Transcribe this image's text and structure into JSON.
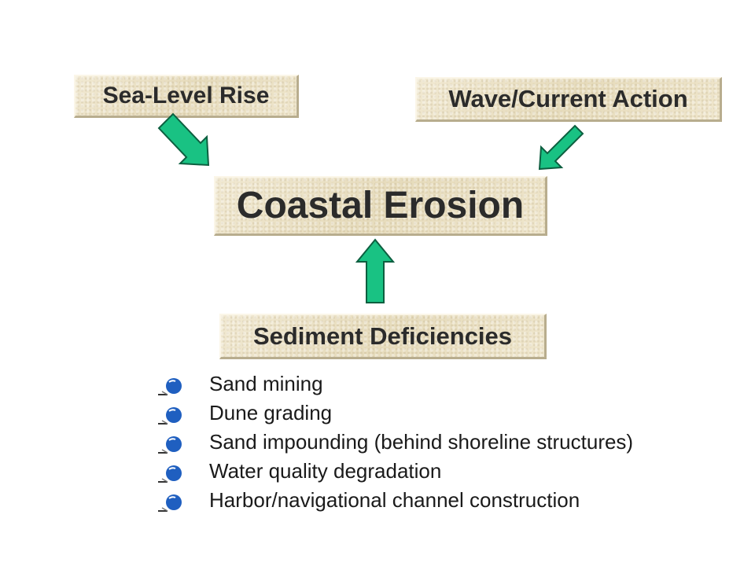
{
  "nodes": {
    "sea_level": "Sea-Level Rise",
    "wave_current": "Wave/Current Action",
    "coastal_erosion": "Coastal Erosion",
    "sediment": "Sediment Deficiencies"
  },
  "causes": [
    "Sand mining",
    "Dune grading",
    "Sand impounding (behind shoreline structures)",
    "Water quality degradation",
    "Harbor/navigational channel construction"
  ],
  "edges": [
    {
      "from": "Sea-Level Rise",
      "to": "Coastal Erosion"
    },
    {
      "from": "Wave/Current Action",
      "to": "Coastal Erosion"
    },
    {
      "from": "Sediment Deficiencies",
      "to": "Coastal Erosion"
    }
  ],
  "colors": {
    "arrow_fill": "#19c283",
    "arrow_stroke": "#0d5f40",
    "bullet": "#1f5fc0",
    "box_fill": "#ece3c8"
  }
}
